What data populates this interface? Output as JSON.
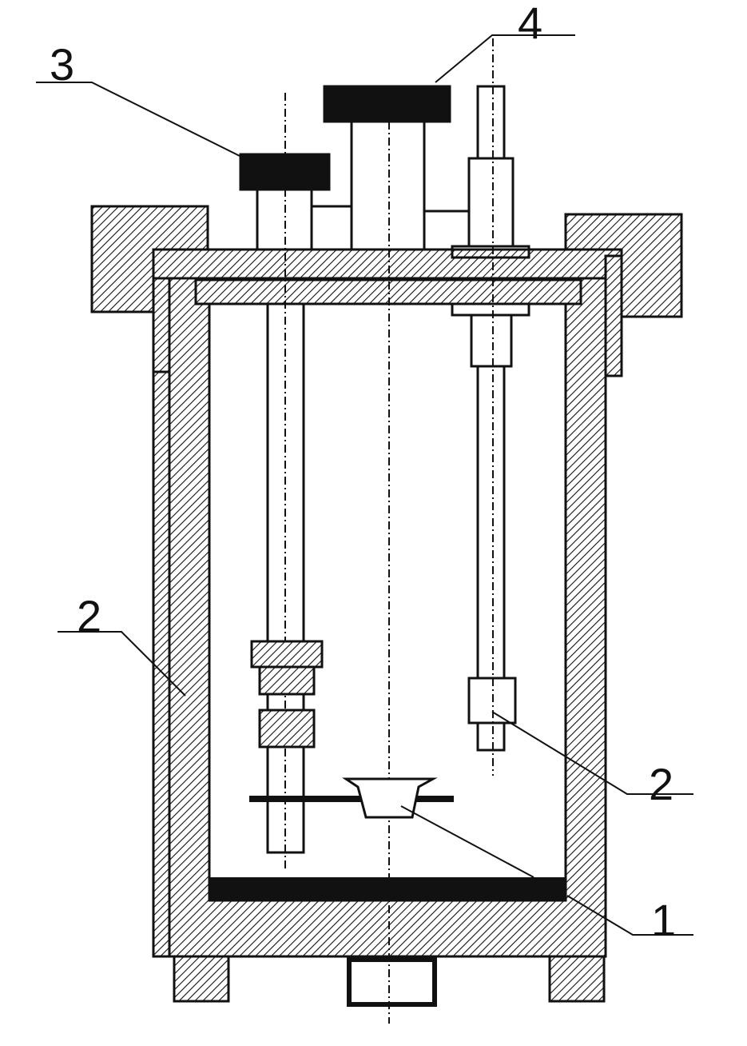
{
  "callouts": {
    "label_3": "3",
    "label_4": "4",
    "label_2_left": "2",
    "label_2_right": "2",
    "label_1": "1"
  },
  "colors": {
    "stroke": "#111111",
    "fill_solid": "#111111",
    "background": "#ffffff"
  }
}
